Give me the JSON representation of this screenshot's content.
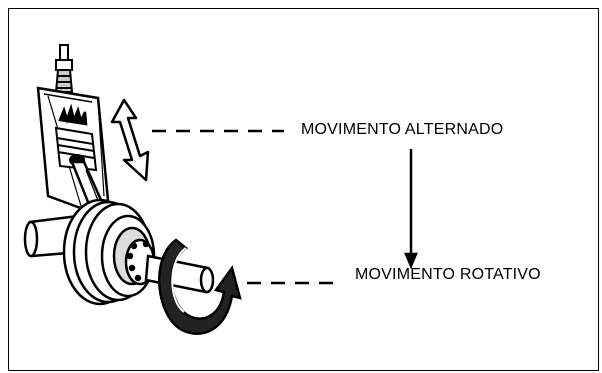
{
  "labels": {
    "reciprocating": "MOVIMENTO ALTERNADO",
    "rotary": "MOVIMENTO ROTATIVO"
  },
  "colors": {
    "ink": "#000000",
    "background": "#ffffff"
  },
  "icons": {
    "reciprocating_arrow": "double-headed-arrow",
    "rotary_arrow": "curved-rotation-arrow",
    "conversion_arrow": "down-arrow"
  }
}
